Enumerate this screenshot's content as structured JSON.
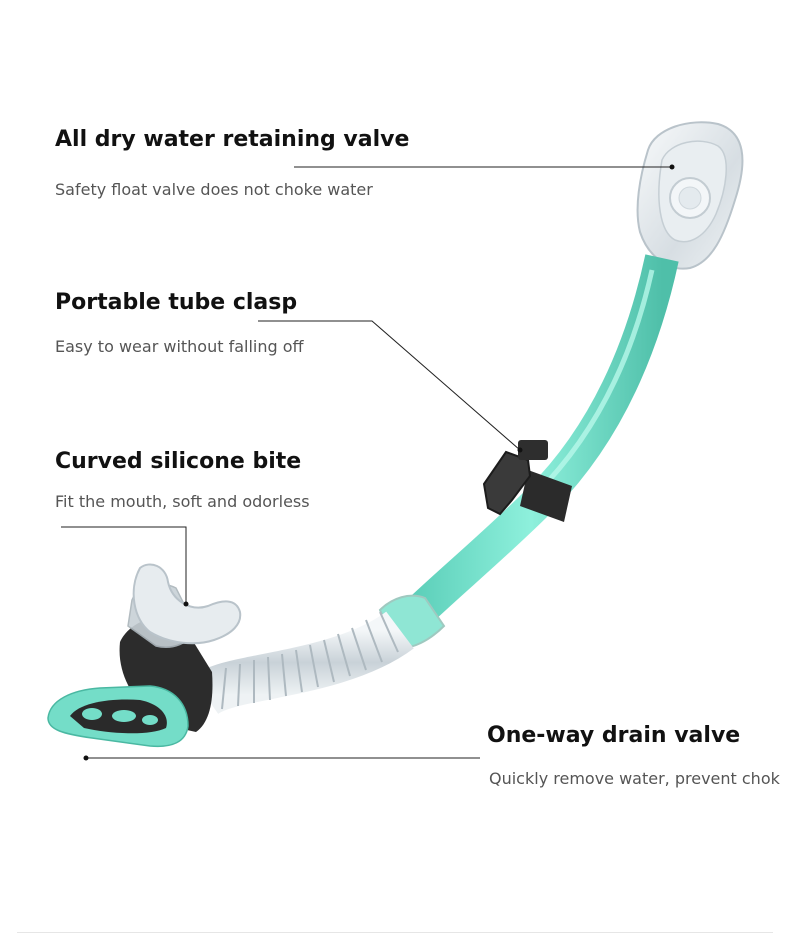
{
  "features": [
    {
      "title": "All dry water retaining valve",
      "description": "Safety float valve does not choke water"
    },
    {
      "title": "Portable tube clasp",
      "description": "Easy to wear without falling off"
    },
    {
      "title": "Curved silicone bite",
      "description": "Fit the mouth, soft and odorless"
    },
    {
      "title": "One-way drain valve",
      "description": "Quickly remove water, prevent chok"
    }
  ],
  "colors": {
    "tube": "#7fe3cf",
    "tube_dark": "#59c9b4",
    "clear": "#dfe6ea",
    "clasp": "#2a2a2a",
    "leader_line": "#222222"
  }
}
